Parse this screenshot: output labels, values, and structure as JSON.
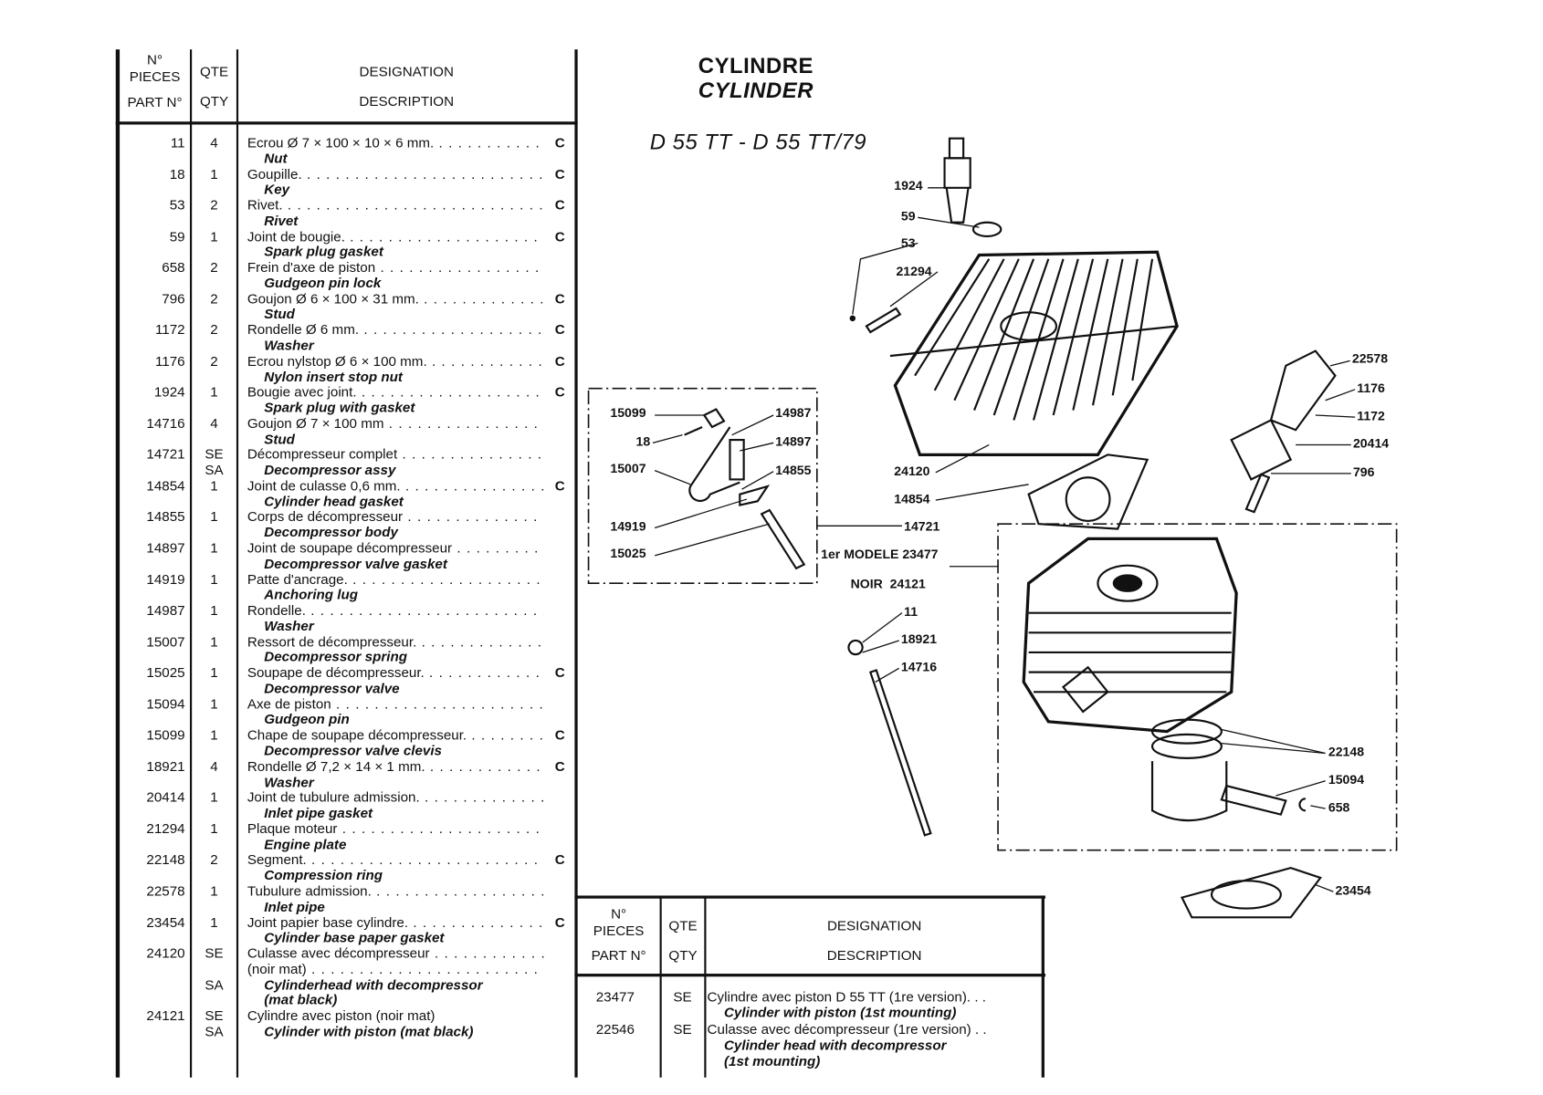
{
  "header": {
    "part_fr": "N°\nPIECES",
    "part_en": "PART N°",
    "qty_fr": "QTE",
    "qty_en": "QTY",
    "desc_fr": "DESIGNATION",
    "desc_en": "DESCRIPTION"
  },
  "title": {
    "fr": "CYLINDRE",
    "en": "CYLINDER",
    "model": "D 55 TT - D 55 TT/79"
  },
  "parts": [
    {
      "part": "11",
      "qty": "4",
      "fr": "Ecrou Ø 7 × 100 × 10 × 6 mm.",
      "en": "Nut",
      "c": "C"
    },
    {
      "part": "18",
      "qty": "1",
      "fr": "Goupille.",
      "en": "Key",
      "c": "C"
    },
    {
      "part": "53",
      "qty": "2",
      "fr": "Rivet.",
      "en": "Rivet",
      "c": "C"
    },
    {
      "part": "59",
      "qty": "1",
      "fr": "Joint de bougie.",
      "en": "Spark plug gasket",
      "c": "C"
    },
    {
      "part": "658",
      "qty": "2",
      "fr": "Frein d'axe de piston",
      "en": "Gudgeon pin lock",
      "c": ""
    },
    {
      "part": "796",
      "qty": "2",
      "fr": "Goujon Ø 6 × 100 × 31 mm.",
      "en": "Stud",
      "c": "C"
    },
    {
      "part": "1172",
      "qty": "2",
      "fr": "Rondelle Ø 6 mm.",
      "en": "Washer",
      "c": "C"
    },
    {
      "part": "1176",
      "qty": "2",
      "fr": "Ecrou nylstop Ø 6 × 100 mm.",
      "en": "Nylon insert stop nut",
      "c": "C"
    },
    {
      "part": "1924",
      "qty": "1",
      "fr": "Bougie avec joint.",
      "en": "Spark plug with gasket",
      "c": "C"
    },
    {
      "part": "14716",
      "qty": "4",
      "fr": "Goujon Ø 7 × 100 mm",
      "en": "Stud",
      "c": ""
    },
    {
      "part": "14721",
      "qty": "SE",
      "qty2": "SA",
      "fr": "Décompresseur complet",
      "en": "Decompressor assy",
      "c": ""
    },
    {
      "part": "14854",
      "qty": "1",
      "fr": "Joint de culasse 0,6 mm.",
      "en": "Cylinder head gasket",
      "c": "C"
    },
    {
      "part": "14855",
      "qty": "1",
      "fr": "Corps de décompresseur",
      "en": "Decompressor body",
      "c": ""
    },
    {
      "part": "14897",
      "qty": "1",
      "fr": "Joint de soupape décompresseur",
      "en": "Decompressor valve gasket",
      "c": ""
    },
    {
      "part": "14919",
      "qty": "1",
      "fr": "Patte d'ancrage.",
      "en": "Anchoring lug",
      "c": ""
    },
    {
      "part": "14987",
      "qty": "1",
      "fr": "Rondelle.",
      "en": "Washer",
      "c": ""
    },
    {
      "part": "15007",
      "qty": "1",
      "fr": "Ressort de décompresseur.",
      "en": "Decompressor spring",
      "c": ""
    },
    {
      "part": "15025",
      "qty": "1",
      "fr": "Soupape de décompresseur.",
      "en": "Decompressor valve",
      "c": "C"
    },
    {
      "part": "15094",
      "qty": "1",
      "fr": "Axe de piston",
      "en": "Gudgeon pin",
      "c": ""
    },
    {
      "part": "15099",
      "qty": "1",
      "fr": "Chape de soupape décompresseur.",
      "en": "Decompressor valve clevis",
      "c": "C"
    },
    {
      "part": "18921",
      "qty": "4",
      "fr": "Rondelle Ø 7,2 × 14 × 1 mm.",
      "en": "Washer",
      "c": "C"
    },
    {
      "part": "20414",
      "qty": "1",
      "fr": "Joint de tubulure admission.",
      "en": "Inlet pipe gasket",
      "c": ""
    },
    {
      "part": "21294",
      "qty": "1",
      "fr": "Plaque moteur",
      "en": "Engine plate",
      "c": ""
    },
    {
      "part": "22148",
      "qty": "2",
      "fr": "Segment.",
      "en": "Compression ring",
      "c": "C"
    },
    {
      "part": "22578",
      "qty": "1",
      "fr": "Tubulure admission.",
      "en": "Inlet pipe",
      "c": ""
    },
    {
      "part": "23454",
      "qty": "1",
      "fr": "Joint papier base cylindre.",
      "en": "Cylinder base paper gasket",
      "c": "C"
    },
    {
      "part": "24120",
      "qty": "SE",
      "fr": "Culasse avec décompresseur",
      "fr2": "(noir mat)",
      "qty3": "SA",
      "en2": "Cylinderhead with decompressor",
      "en3": "(mat black)",
      "c": ""
    },
    {
      "part": "24121",
      "qty": "SE",
      "qty2": "SA",
      "fr": "Cylindre avec piston (noir mat)",
      "en": "Cylinder with piston (mat black)",
      "c": "",
      "nodots": true
    }
  ],
  "versions": [
    {
      "part": "23477",
      "qty": "SE",
      "fr": "Cylindre avec piston D 55 TT (1re version). . .",
      "en": "Cylinder with piston (1st mounting)"
    },
    {
      "part": "22546",
      "qty": "SE",
      "fr": "Culasse avec décompresseur (1re version) . .",
      "en": "Cylinder head with decompressor",
      "en2": "(1st mounting)"
    }
  ],
  "callouts": {
    "p1924": "1924",
    "p59": "59",
    "p53": "53",
    "p21294": "21294",
    "p22578": "22578",
    "p1176": "1176",
    "p1172": "1172",
    "p20414": "20414",
    "p796": "796",
    "p24120": "24120",
    "p14854": "14854",
    "p15099": "15099",
    "p18": "18",
    "p15007": "15007",
    "p14919": "14919",
    "p15025": "15025",
    "p14987": "14987",
    "p14897": "14897",
    "p14855": "14855",
    "p14721": "14721",
    "modele": "1er MODELE 23477",
    "noir": "NOIR  24121",
    "p11": "11",
    "p18921": "18921",
    "p14716": "14716",
    "p22148": "22148",
    "p15094": "15094",
    "p658": "658",
    "p23454": "23454"
  }
}
